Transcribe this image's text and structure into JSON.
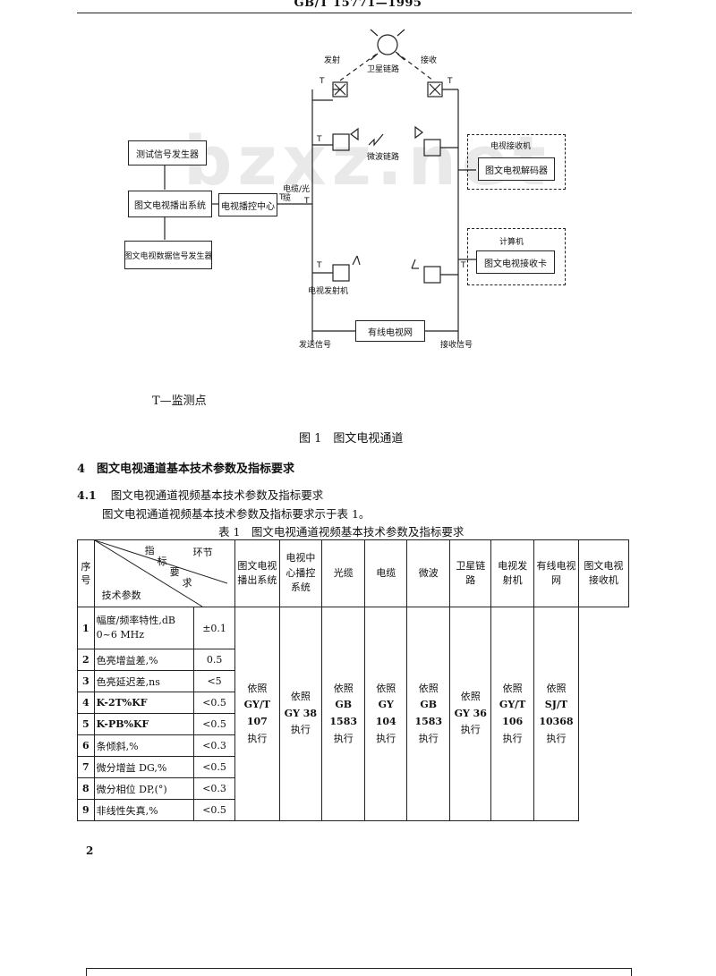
{
  "header": "GB/T 15771—1995",
  "watermark": "bzxz.net",
  "diagram": {
    "satellite_left": "发射",
    "satellite_right": "接收",
    "satellite_link": "卫星链路",
    "microwave_link": "微波链路",
    "box_test_signal": "测试信号发生器",
    "box_teletext_out": "图文电视播出系统",
    "box_tv_control": "电视播控中心",
    "box_teletext_gen": "图文电视数据信号发生器",
    "label_cable": "电缆/光缆",
    "box_tv_transmitter": "电视发射机",
    "box_cable_net": "有线电视网",
    "label_send_signal": "发送信号",
    "label_recv_signal": "接收信号",
    "right_top_group": "电视接收机",
    "right_top_box": "图文电视解码器",
    "right_bottom_group": "计算机",
    "right_bottom_box": "图文电视接收卡",
    "t": "T",
    "legend": "T—监测点",
    "caption": "图 1　图文电视通道"
  },
  "section4_title": "4　图文电视通道基本技术参数及指标要求",
  "section41_num": "4.1",
  "section41_title": "图文电视通道视频基本技术参数及指标要求",
  "section41_text": "图文电视通道视频基本技术参数及指标要求示于表 1。",
  "table_caption": "表 1　图文电视通道视频基本技术参数及指标要求",
  "table": {
    "head_seq": "序号",
    "head_diag_top": "环节",
    "head_diag_mid1": "指",
    "head_diag_mid2": "标",
    "head_diag_mid3": "要",
    "head_diag_mid4": "求",
    "head_diag_bottom": "技术参数",
    "columns": [
      "图文电视播出系统",
      "电视中心播控系统",
      "光缆",
      "电缆",
      "微波",
      "卫星链路",
      "电视发射机",
      "有线电视网",
      "图文电视接收机"
    ],
    "rows": [
      {
        "no": "1",
        "param": "幅度/频率特性,dB 0~6 MHz",
        "value": "±0.1"
      },
      {
        "no": "2",
        "param": "色亮增益差,%",
        "value": "0.5"
      },
      {
        "no": "3",
        "param": "色亮延迟差,ns",
        "value": "<5"
      },
      {
        "no": "4",
        "param": "K-2T%KF",
        "value": "<0.5"
      },
      {
        "no": "5",
        "param": "K-PB%KF",
        "value": "<0.5"
      },
      {
        "no": "6",
        "param": "条倾斜,%",
        "value": "<0.3"
      },
      {
        "no": "7",
        "param": "微分增益 DG,%",
        "value": "<0.5"
      },
      {
        "no": "8",
        "param": "微分相位 DP,(°)",
        "value": "<0.3"
      },
      {
        "no": "9",
        "param": "非线性失真,%",
        "value": "<0.5"
      }
    ],
    "comp_prefix": "依照",
    "comp_suffix": "执行",
    "comp_standards": [
      "GY/T 107",
      "GY 38",
      "GB 1583",
      "GY 104",
      "GB 1583",
      "GY 36",
      "GY/T 106",
      "SJ/T 10368"
    ]
  },
  "page_number": "2"
}
